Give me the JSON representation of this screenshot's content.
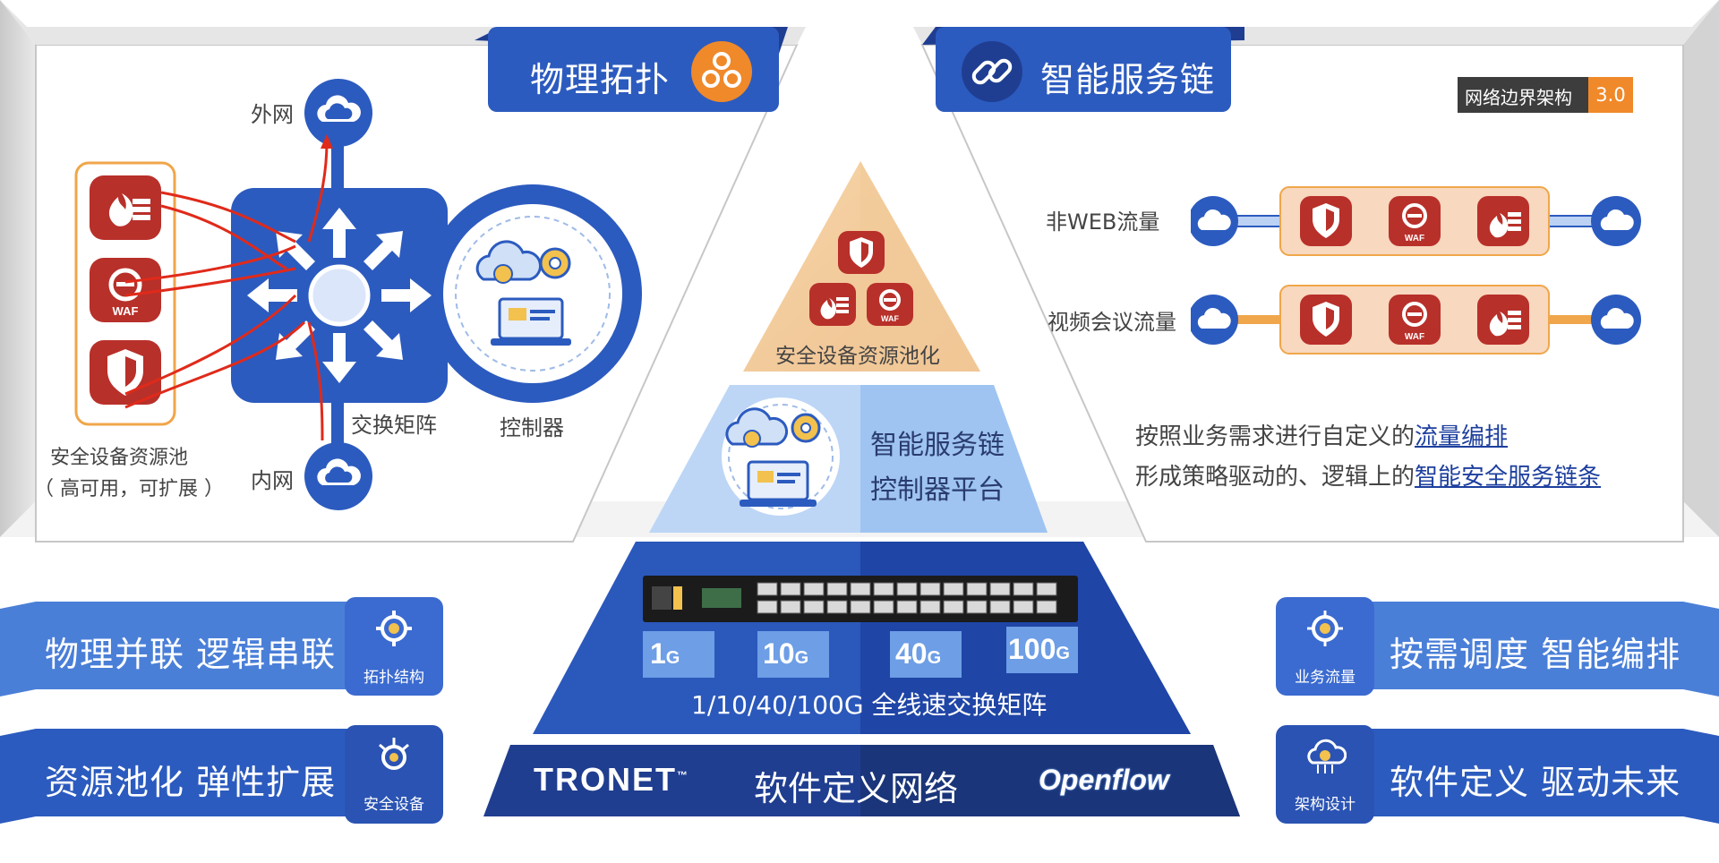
{
  "left_panel": {
    "tab_title": "物理拓扑",
    "wan_label": "外网",
    "lan_label": "内网",
    "switch_label": "交换矩阵",
    "controller_label": "控制器",
    "pool_label_1": "安全设备资源池",
    "pool_label_2": "（ 高可用，可扩展 ）",
    "waf_text": "WAF"
  },
  "right_panel": {
    "tab_title": "智能服务链",
    "version_badge_text": "网络边界架构",
    "version_number": "3.0",
    "flow1_label": "非WEB流量",
    "flow2_label": "视频会议流量",
    "desc_line1_prefix": "按照业务需求进行自定义的",
    "desc_line1_link": "流量编排",
    "desc_line2_prefix": "形成策略驱动的、逻辑上的",
    "desc_line2_link": "智能安全服务链条"
  },
  "pyramid": {
    "top_label": "安全设备资源池化",
    "middle_label_1": "智能服务链",
    "middle_label_2": "控制器平台",
    "speeds": [
      {
        "num": "1",
        "unit": "G"
      },
      {
        "num": "10",
        "unit": "G"
      },
      {
        "num": "40",
        "unit": "G"
      },
      {
        "num": "100",
        "unit": "G"
      }
    ],
    "switch_caption": "1/10/40/100G 全线速交换矩阵",
    "base_brand": "TRONET",
    "base_tm": "™",
    "base_title": "软件定义网络",
    "base_openflow": "Openflow"
  },
  "ribbons": {
    "left_top_text": "物理并联 逻辑串联",
    "left_top_badge": "拓扑结构",
    "left_bottom_text": "资源池化 弹性扩展",
    "left_bottom_badge": "安全设备",
    "right_top_text": "按需调度 智能编排",
    "right_top_badge": "业务流量",
    "right_bottom_text": "软件定义 驱动未来",
    "right_bottom_badge": "架构设计"
  },
  "colors": {
    "blue_dark": "#1f3e92",
    "blue_main": "#2c5bbf",
    "blue_light": "#4a7fd8",
    "orange": "#f0a64a",
    "red_icon": "#c0392b",
    "peach": "#f8d8bf"
  },
  "icons": [
    "cloud-icon",
    "shield-icon",
    "firewall-icon",
    "waf-icon",
    "link-icon",
    "gear-icon",
    "arrows-icon"
  ]
}
